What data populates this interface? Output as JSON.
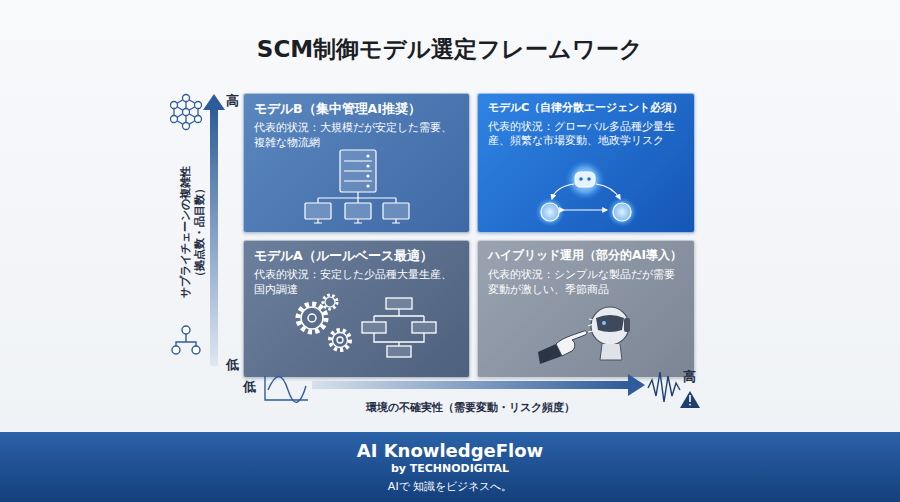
{
  "diagram": {
    "title": "SCM制御モデル選定フレームワーク",
    "nodes": [
      {
        "text": [
          "モデルB（集中管理AI推奨）",
          "代表的状況：大規模だが安定した需要、複雑な物流網"
        ]
      },
      {
        "text": [
          "モデルC（自律分散エージェント必須）",
          "代表的状況：グローバル多品種少量生産、頻繁な市場変動、地政学リスク"
        ]
      },
      {
        "text": [
          "モデルA（ルールベース最適）",
          "代表的状況：安定した少品種大量生産、国内調達"
        ]
      },
      {
        "text": [
          "ハイブリッド運用（部分的AI導入）",
          "代表的状況：シンプルな製品だが需要変動が激しい、季節商品"
        ]
      },
      {
        "text": [
          "AI KnowledgeFlow",
          "by TECHNODIGITAL",
          "AIで 知識をビジネスへ。"
        ]
      }
    ],
    "labels": [
      "高",
      "低",
      "サプライチェーンの複雑性 （拠点数・品目数）",
      "低",
      "高",
      "環境の不確実性（需要変動・リスク頻度）"
    ]
  }
}
